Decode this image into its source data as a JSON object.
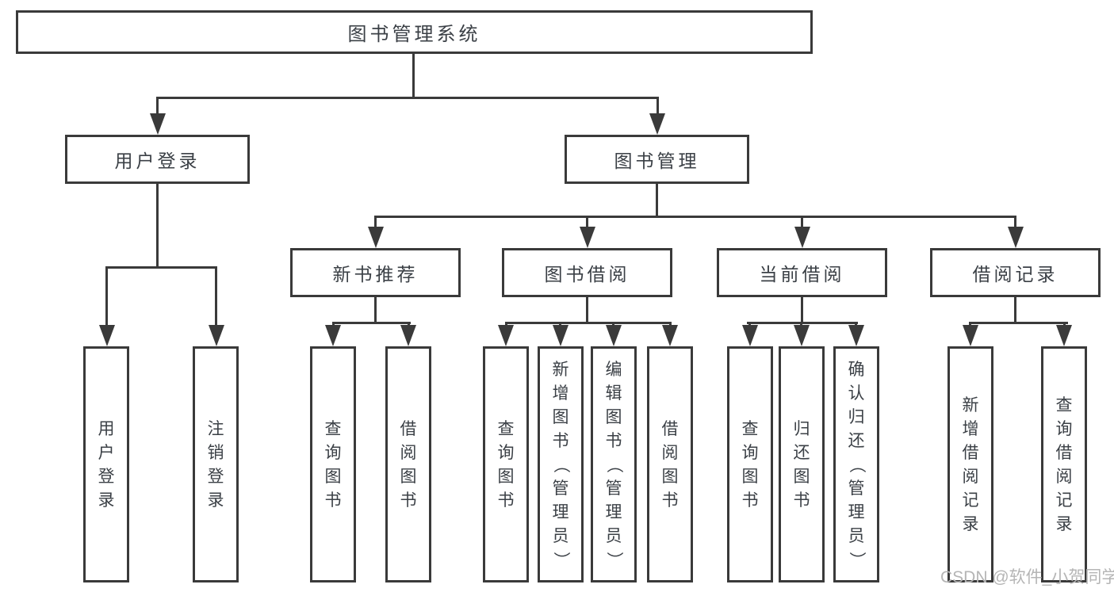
{
  "diagram": {
    "title": "图书管理系统",
    "level2": {
      "user_login": "用户登录",
      "book_mgmt": "图书管理"
    },
    "level3": {
      "new_book": "新书推荐",
      "book_borrow": "图书借阅",
      "current_borrow": "当前借阅",
      "borrow_records": "借阅记录"
    },
    "children": {
      "user_login": [
        "用户登录",
        "注销登录"
      ],
      "new_book": [
        "查询图书",
        "借阅图书"
      ],
      "book_borrow": [
        "查询图书",
        "新增图书（管理员）",
        "编辑图书（管理员）",
        "借阅图书"
      ],
      "current_borrow": [
        "查询图书",
        "归还图书",
        "确认归还（管理员）"
      ],
      "borrow_records": [
        "新增借阅记录",
        "查询借阅记录"
      ]
    },
    "watermark": "CSDN @软件_小贺同学",
    "colors": {
      "line": "#3a3a3a",
      "text": "#3b4046",
      "watermark": "#b5b5b5",
      "background": "#ffffff"
    }
  }
}
